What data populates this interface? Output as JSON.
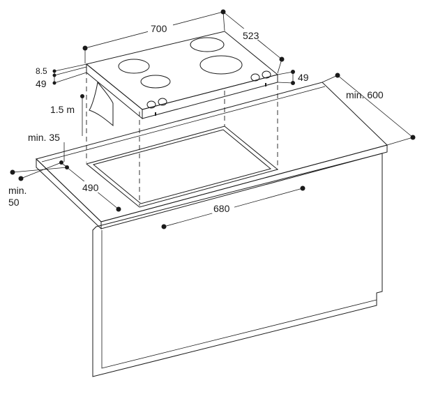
{
  "dimensions": {
    "hob_width": "700",
    "hob_depth": "523",
    "hob_edge_height": "8.5",
    "hob_height_left": "49",
    "hob_height_right": "49",
    "cable_length": "1.5 m",
    "min_distance_wall": "min. 35",
    "min_distance_front_line1": "min.",
    "min_distance_front_line2": "50",
    "cutout_depth": "490",
    "cutout_width": "680",
    "worktop_depth": "min. 600"
  },
  "colors": {
    "line": "#1a1a1a",
    "hob_top": "#f2f2f2",
    "hob_front": "#d9d9d9",
    "worktop_top": "#ffffff",
    "worktop_edge": "#e8e8e8",
    "cabinet_front": "#ffffff",
    "cabinet_side": "#f0f0f0"
  }
}
